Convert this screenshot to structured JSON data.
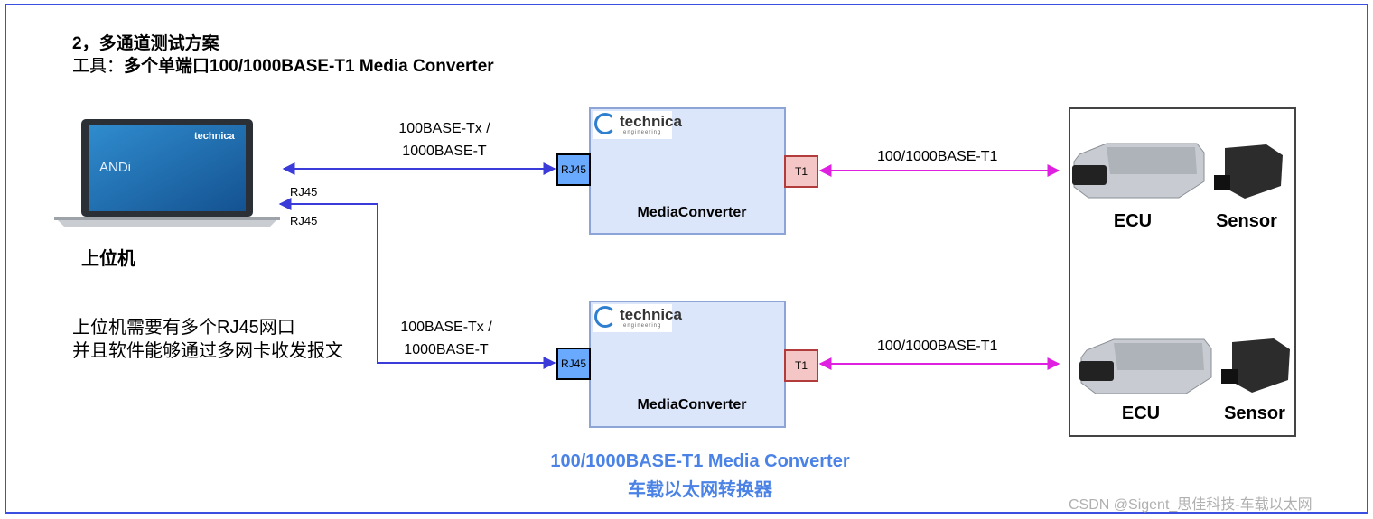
{
  "heading": {
    "line1": "2，多通道测试方案",
    "line2_prefix": "工具：",
    "line2_bold": "多个单端口100/1000BASE-T1 Media Converter"
  },
  "host": {
    "label": "上位机",
    "screen_brand": "technica",
    "screen_app": "ANDi",
    "port_label_1": "RJ45",
    "port_label_2": "RJ45",
    "description_line1": "上位机需要有多个RJ45网口",
    "description_line2": "并且软件能够通过多网卡收发报文"
  },
  "channels": [
    {
      "left_link_line1": "100BASE-Tx /",
      "left_link_line2": "1000BASE-T",
      "rj45_label": "RJ45",
      "converter_label": "MediaConverter",
      "logo_text": "technica",
      "logo_sub": "engineering",
      "t1_label": "T1",
      "right_link_label": "100/1000BASE-T1",
      "ecu_label": "ECU",
      "sensor_label": "Sensor"
    },
    {
      "left_link_line1": "100BASE-Tx /",
      "left_link_line2": "1000BASE-T",
      "rj45_label": "RJ45",
      "converter_label": "MediaConverter",
      "logo_text": "technica",
      "logo_sub": "engineering",
      "t1_label": "T1",
      "right_link_label": "100/1000BASE-T1",
      "ecu_label": "ECU",
      "sensor_label": "Sensor"
    }
  ],
  "footer": {
    "line1": "100/1000BASE-T1 Media Converter",
    "line2": "车载以太网转换器"
  },
  "watermark": "CSDN @Sigent_思佳科技-车载以太网",
  "colors": {
    "frame": "#3b4fe0",
    "host_link": "#3b3bd9",
    "internal_link": "#e060c0",
    "t1_link": "#e020e0",
    "converter_fill": "#dce6fb",
    "footer_text": "#4a82e6"
  }
}
